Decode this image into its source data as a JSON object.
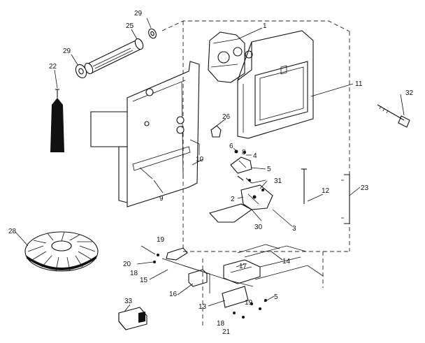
{
  "callouts": {
    "c1": "1",
    "c2": "2",
    "c3": "3",
    "c4": "4",
    "c5a": "5",
    "c5b": "5",
    "c6": "6",
    "c8": "8",
    "c9": "9",
    "c10": "10",
    "c11": "11",
    "c12": "12",
    "c13": "13",
    "c14": "14",
    "c15": "15",
    "c16": "16",
    "c17": "17",
    "c18a": "18",
    "c18b": "18",
    "c19a": "19",
    "c19b": "19",
    "c20": "20",
    "c21": "21",
    "c22": "22",
    "c23": "23",
    "c25": "25",
    "c26": "26",
    "c28": "28",
    "c29a": "29",
    "c29b": "29",
    "c30": "30",
    "c31": "31",
    "c32": "32",
    "c33": "33"
  }
}
